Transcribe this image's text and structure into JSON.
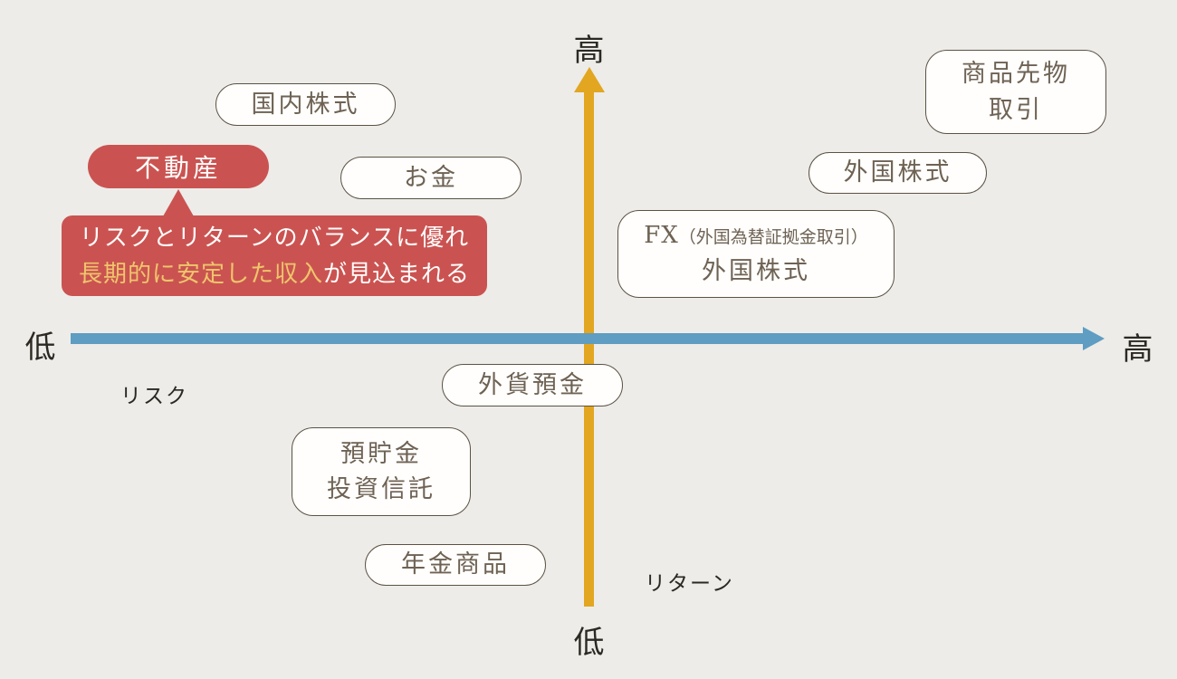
{
  "diagram": {
    "axes": {
      "vertical_axis_color": "#e2a621",
      "horizontal_axis_color": "#5f9dc2",
      "top_label": "高",
      "bottom_label": "低",
      "left_label": "低",
      "right_label": "高",
      "horizontal_name": "リスク",
      "vertical_name": "リターン"
    },
    "bubbles": {
      "domestic_stocks": "国内株式",
      "money": "お金",
      "commodity_futures_line1": "商品先物",
      "commodity_futures_line2": "取引",
      "foreign_stocks": "外国株式",
      "fx_prefix": "FX",
      "fx_paren": "（外国為替証拠金取引）",
      "fx_line2": "外国株式",
      "foreign_currency_deposit": "外貨預金",
      "savings_line1": "預貯金",
      "savings_line2": "投資信託",
      "pension_products": "年金商品"
    },
    "highlight": {
      "real_estate": "不動産",
      "accent_color": "#ca5351",
      "callout_line1": "リスクとリターンのバランスに優れ",
      "callout_line2_em": "長期的に安定した収入",
      "callout_line2_rest": "が見込まれる",
      "em_color": "#efc56c"
    }
  }
}
